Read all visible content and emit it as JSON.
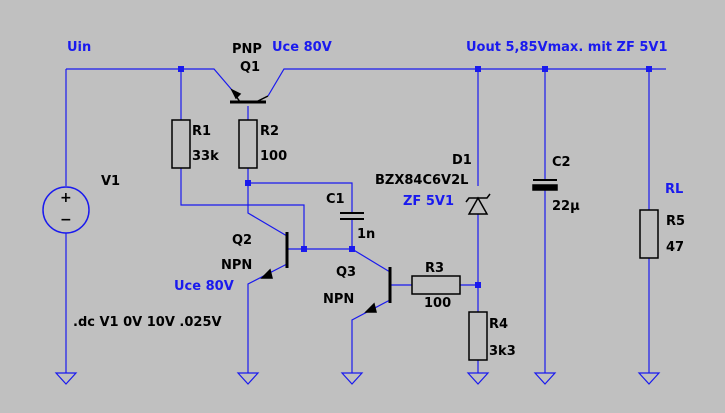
{
  "schematic": {
    "labels": {
      "uin": "Uin",
      "pnp": "PNP",
      "uce_q1": "Uce 80V",
      "q1": "Q1",
      "uout": "Uout 5,85Vmax. mit ZF 5V1",
      "r1": "R1",
      "r1_val": "33k",
      "r2": "R2",
      "r2_val": "100",
      "v1": "V1",
      "c1": "C1",
      "c1_val": "1n",
      "d1": "D1",
      "d1_part": "BZX84C6V2L",
      "d1_zf": "ZF 5V1",
      "c2": "C2",
      "c2_val": "22µ",
      "rl": "RL",
      "r5": "R5",
      "r5_val": "47",
      "q2": "Q2",
      "q2_type": "NPN",
      "uce_q2": "Uce 80V",
      "q3": "Q3",
      "q3_type": "NPN",
      "r3": "R3",
      "r3_val": "100",
      "r4": "R4",
      "r4_val": "3k3",
      "directive": ".dc V1 0V 10V .025V"
    },
    "icons": {
      "v1_plus": "+",
      "v1_minus": "−"
    },
    "colors": {
      "background": "#c0c0c0",
      "wire": "#1a1aee",
      "component": "#000000",
      "net_label": "#1a1aee"
    }
  }
}
